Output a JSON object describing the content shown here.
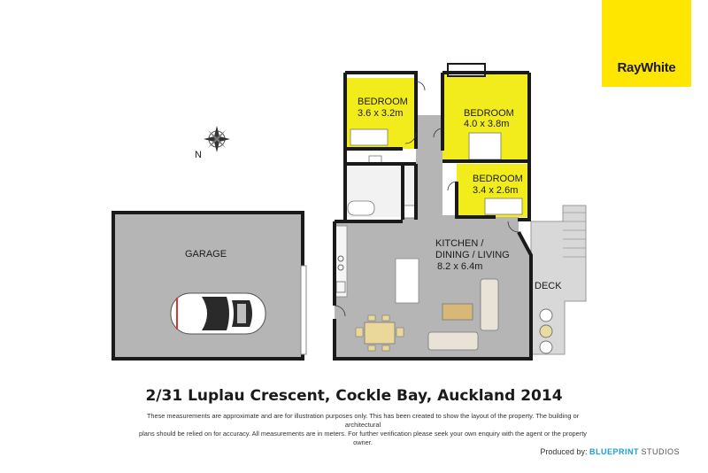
{
  "brand": {
    "name": "RayWhite",
    "color": "#ffe600"
  },
  "compass": {
    "label": "N"
  },
  "rooms": {
    "bedroom1": {
      "name": "BEDROOM",
      "dims": "3.6 x 3.2m"
    },
    "bedroom2": {
      "name": "BEDROOM",
      "dims": "4.0 x 3.8m"
    },
    "bedroom3": {
      "name": "BEDROOM",
      "dims": "3.4 x 2.6m"
    },
    "living": {
      "name_line1": "KITCHEN /",
      "name_line2": "DINING / LIVING",
      "dims": "8.2 x 6.4m"
    },
    "garage": {
      "name": "GARAGE"
    },
    "deck": {
      "name": "DECK"
    }
  },
  "address": "2/31 Luplau Crescent, Cockle Bay, Auckland 2014",
  "disclaimer": {
    "line1": "These measurements are approximate and are for illustration purposes only. This has been created to show the layout of the property. The building or architectural",
    "line2": "plans should be relied on for accuracy. All measurements are in meters. For further verification please seek your own enquiry with the agent or the property owner."
  },
  "producer": {
    "prefix": "Produced by:",
    "brand": "BLUEPRINT",
    "suffix": "STUDIOS"
  },
  "colors": {
    "bedroom": "#f2ec1c",
    "floor": "#b5b5b6",
    "wall": "#1a1a1a",
    "deck": "#d8d8d8"
  }
}
